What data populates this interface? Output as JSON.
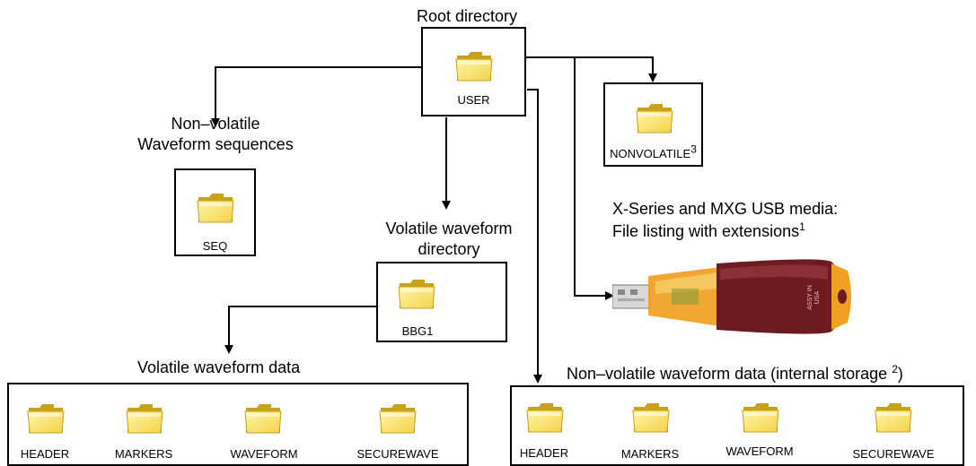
{
  "root": {
    "title": "Root directory",
    "folder": "USER"
  },
  "nonvolatile": {
    "folder": "NONVOLATILE",
    "sup": "3"
  },
  "sequences": {
    "title_line1": "Non–volatile",
    "title_line2": "Waveform sequences",
    "folder": "SEQ"
  },
  "volatile_dir": {
    "title_line1": "Volatile waveform",
    "title_line2": "directory",
    "folder": "BBG1"
  },
  "usb": {
    "line1": "X-Series and MXG USB media:",
    "line2": "File listing with extensions",
    "sup": "1",
    "print_line1": "ASSY IN",
    "print_line2": "USA"
  },
  "volatile_data": {
    "title": "Volatile waveform data",
    "folders": [
      "HEADER",
      "MARKERS",
      "WAVEFORM",
      "SECUREWAVE"
    ]
  },
  "nonvolatile_data": {
    "title": "Non–volatile waveform data (internal storage ",
    "sup": "2",
    "close": ")",
    "folders": [
      "HEADER",
      "MARKERS",
      "WAVEFORM",
      "SECUREWAVE"
    ]
  },
  "colors": {
    "folder_light": "#fff6a8",
    "folder_mid": "#f4d24a",
    "folder_dark": "#c9a21c",
    "usb_body": "#6d1a22",
    "usb_cap": "#f0a020"
  }
}
